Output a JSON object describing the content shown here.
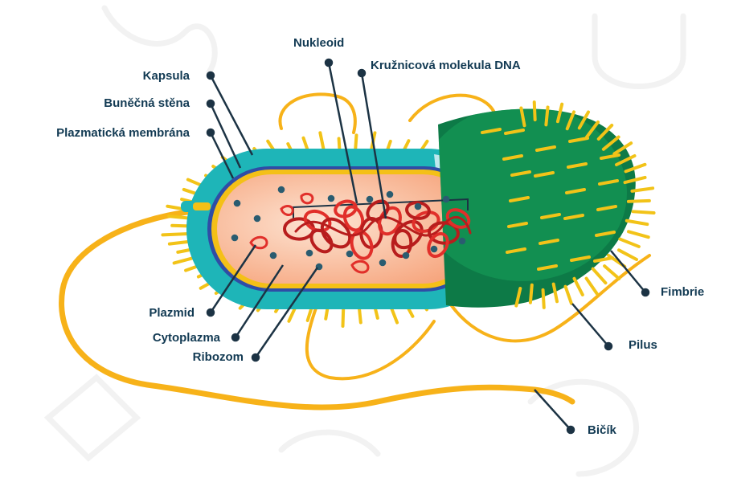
{
  "labels": {
    "capsule": "Kapsula",
    "cell_wall": "Buněčná stěna",
    "plasma_membrane": "Plazmatická membrána",
    "nucleoid": "Nukleoid",
    "dna": "Kružnicová molekula DNA",
    "plasmid": "Plazmid",
    "cytoplasm": "Cytoplazma",
    "ribosome": "Ribozom",
    "fimbriae": "Fimbrie",
    "pilus": "Pilus",
    "flagellum": "Bičík"
  },
  "colors": {
    "label_text": "#123a53",
    "pointer_line": "#1c3344",
    "capsule": "#1eb5b8",
    "capsule_light": "#bfe8ee",
    "cell_wall": "#2f4da6",
    "membrane": "#f4c017",
    "cytoplasm": "#f6a47c",
    "cytoplasm_light": "#fde4d3",
    "fimbriae": "#f2c318",
    "flagellum": "#f7b219",
    "dna": "#e12f2a",
    "dna_dark": "#b81d1d",
    "ribosome": "#2a5c70",
    "green_dark": "#0d7a47",
    "green_mid": "#18a05a"
  }
}
